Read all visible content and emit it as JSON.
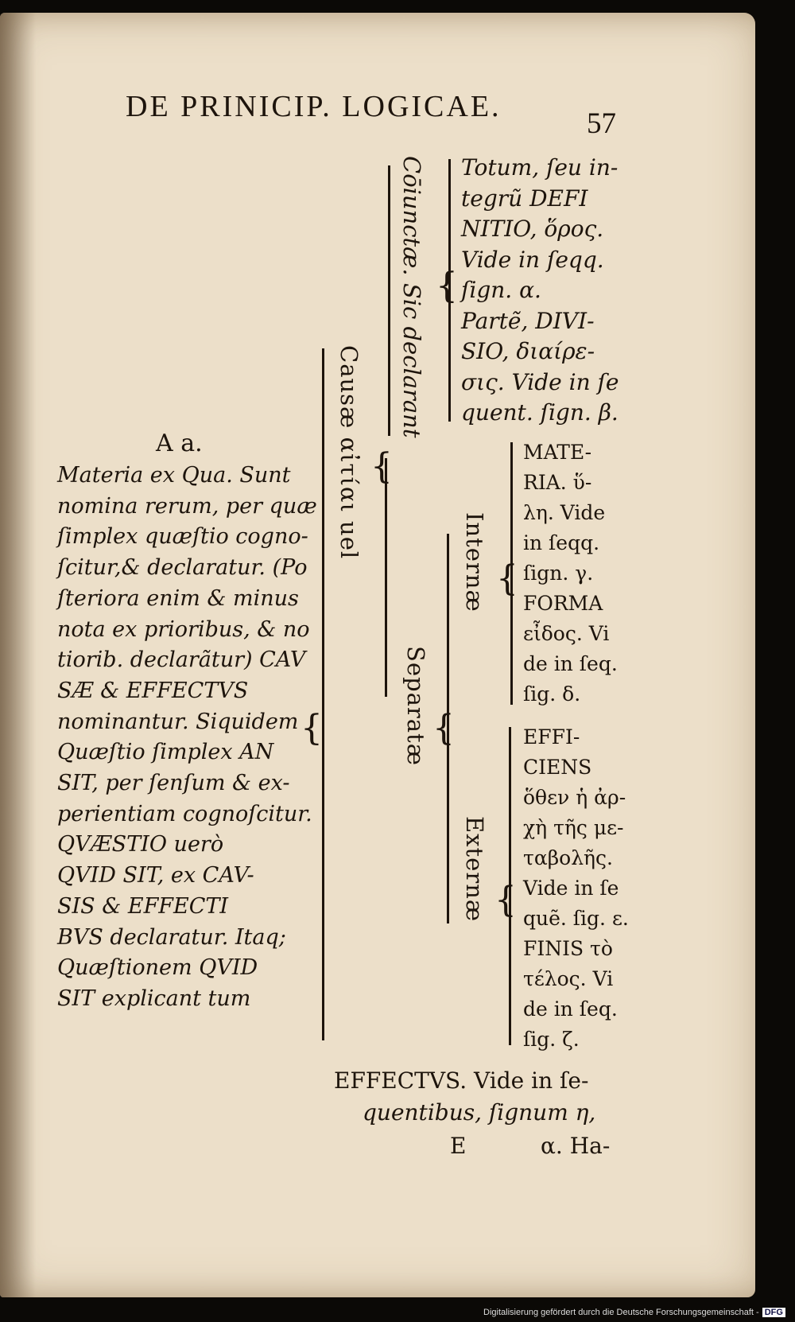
{
  "header": {
    "title": "DE PRINICIP. LOGICAE.",
    "page_number": "57"
  },
  "labels": {
    "coiunctae": "Cōiunctæ. Sic declarant",
    "causae": "Causæ αἰτίαι uel",
    "separatae": "Separatæ",
    "internae": "Internæ",
    "externae": "Externæ"
  },
  "left_text": {
    "siglum": "A a.",
    "lines": [
      "Materia ex Qua. Sunt",
      "nomina rerum, per quæ",
      "ſimplex quæſtio cogno-",
      "ſcitur,& declaratur. (Po",
      "ſteriora enim & minus",
      "nota ex prioribus, & no",
      "tiorib. declarãtur) CAV",
      "SÆ & EFFECTVS",
      "nominantur. Siquidem",
      "Quæſtio ſimplex AN",
      "SIT, per ſenſum & ex-",
      "perientiam cognoſcitur.",
      "QVÆSTIO uerò",
      "QVID SIT, ex CAV-",
      "SIS & EFFECTI",
      "BVS declaratur. Itaq;",
      "Quæſtionem QVID",
      "SIT explicant tum"
    ]
  },
  "branch_top": [
    "Totum, ſeu in-",
    "tegrũ DEFI",
    "NITIO, ὅρος.",
    "Vide in ſeqq.",
    "ſign. α.",
    "Partẽ, DIVI-",
    "SIO, διαίρε-",
    "σις. Vide in ſe",
    "quent. ſign. β."
  ],
  "branch_internae": [
    "MATE-",
    "RIA. ὕ-",
    "λη. Vide",
    "in ſeqq.",
    "ſign. γ.",
    "FORMA",
    "εἶδος. Vi",
    "de in ſeq.",
    "ſig. δ."
  ],
  "branch_externae": [
    "EFFI-",
    "CIENS",
    "ὅθεν ἡ ἀρ-",
    "χὴ τῆς με-",
    "ταβολῆς.",
    "Vide in ſe",
    "quẽ. ſig. ε.",
    "FINIS τὸ",
    "τέλος. Vi",
    "de in ſeq.",
    "ſig. ζ."
  ],
  "bottom": {
    "line1": "EFFECTVS. Vide in ſe-",
    "line2": "quentibus, ſignum η,",
    "signature": "E",
    "catchword": "α. Ha-"
  },
  "footer": {
    "text": "Digitalisierung gefördert durch die Deutsche Forschungsgemeinschaft -",
    "logo": "DFG"
  }
}
